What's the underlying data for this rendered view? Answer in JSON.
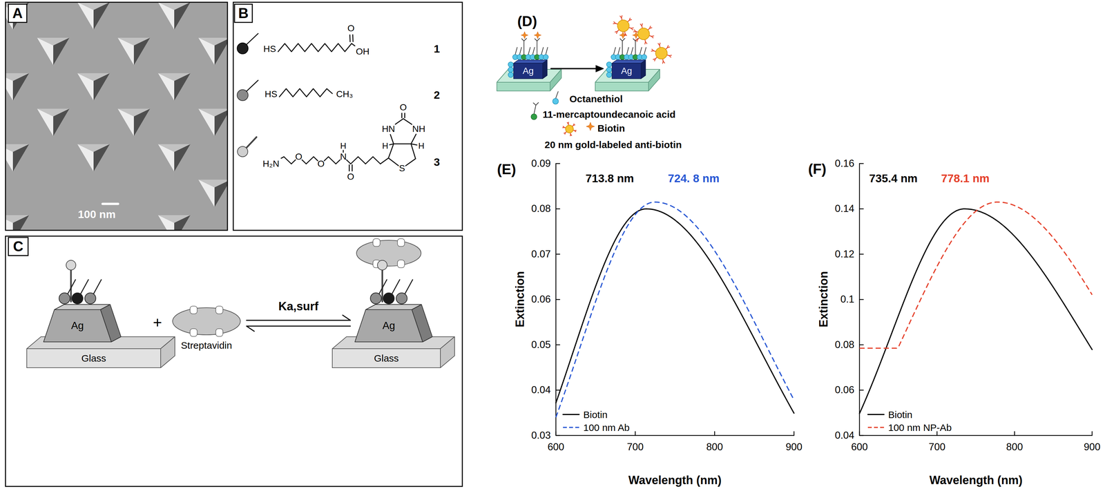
{
  "diagram": {
    "nodes": [
      {
        "text": [
          "A"
        ]
      },
      {
        "text": [
          "B"
        ]
      },
      {
        "text": [
          "C"
        ]
      },
      {
        "text": [
          "Ag"
        ]
      },
      {
        "text": [
          "Glass"
        ]
      },
      {
        "text": [
          "Streptavidin"
        ]
      },
      {
        "text": [
          "Ag"
        ]
      },
      {
        "text": [
          "Glass"
        ]
      },
      {
        "text": [
          "Ag"
        ]
      },
      {
        "text": [
          "Ag"
        ]
      }
    ],
    "edges": [
      {
        "from": 5,
        "to": 6,
        "arrow": "both",
        "label": "Ka,surf"
      },
      {
        "from": 8,
        "to": 9,
        "arrow": "to"
      }
    ],
    "labels": [
      "100 nm",
      "HS",
      "O",
      "OH",
      "1",
      "HS",
      "CH₃",
      "2",
      "O",
      "HN",
      "NH",
      "H",
      "H",
      "H",
      "H₂N",
      "O",
      "O",
      "N",
      "S",
      "3",
      "O",
      "+",
      "(D)",
      "(E)",
      "713.8 nm",
      "724. 8 nm",
      "0.09",
      "0.08",
      "0.07",
      "0.06",
      "0.05",
      "0.04",
      "0.03",
      "Extinction",
      "600",
      "700",
      "800",
      "900",
      "Wavelength (nm)",
      "(F)",
      "735.4 nm",
      "778.1 nm",
      "0.16",
      "0.14",
      "0.12",
      "0.1",
      "0.08",
      "0.06",
      "0.04",
      "Extinction",
      "600",
      "700",
      "800",
      "900",
      "Wavelength (nm)"
    ],
    "legend": [
      {
        "text": "Octanethiol"
      },
      {
        "text": "11-mercaptoundecanoic acid"
      },
      {
        "text": "Biotin"
      },
      {
        "text": "20 nm gold-labeled anti-biotin"
      },
      {
        "text": "Biotin"
      },
      {
        "text": "100 nm Ab"
      },
      {
        "text": "Biotin"
      },
      {
        "text": "100 nm NP-Ab"
      }
    ]
  }
}
